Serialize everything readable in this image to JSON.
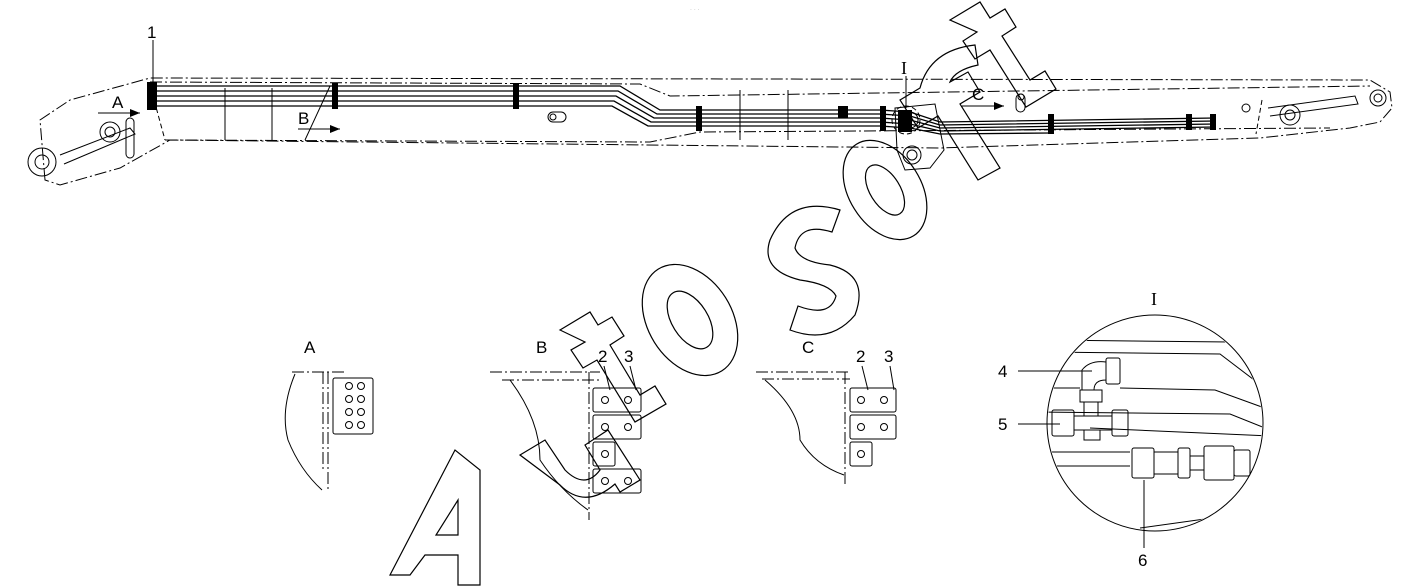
{
  "diagram": {
    "view_labels": {
      "view_a": "A",
      "view_b": "B",
      "view_c": "C",
      "detail": "I"
    },
    "part_numbers": [
      "1",
      "2",
      "3",
      "4",
      "5",
      "6"
    ],
    "view_labels_detail": {
      "b_part_2": "2",
      "b_part_3": "3",
      "c_part_2": "2",
      "c_part_3": "3"
    },
    "watermark": "AutoSoft"
  }
}
